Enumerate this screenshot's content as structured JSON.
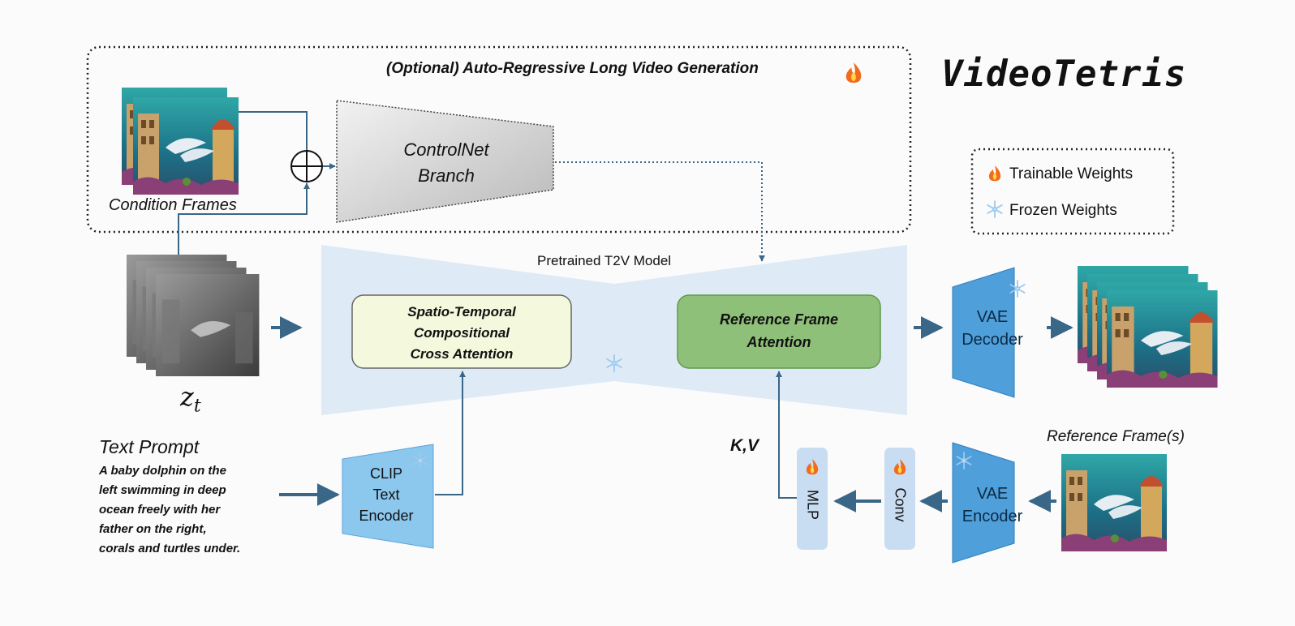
{
  "title": "VideoTetris",
  "optional_section": {
    "label": "(Optional) Auto-Regressive Long Video Generation",
    "icon": "fire-icon"
  },
  "condition_frames": {
    "label": "Condition Frames"
  },
  "controlnet": {
    "line1": "ControlNet",
    "line2": "Branch"
  },
  "legend": {
    "trainable": {
      "icon": "fire-icon",
      "label": "Trainable Weights"
    },
    "frozen": {
      "icon": "snowflake-icon",
      "label": "Frozen Weights"
    }
  },
  "t2v_model": {
    "label": "Pretrained T2V Model",
    "icon": "snowflake-icon"
  },
  "latent": {
    "label_main": "z",
    "label_sub": "t"
  },
  "st_attention": {
    "line1": "Spatio-Temporal",
    "line2": "Compositional",
    "line3": "Cross Attention"
  },
  "ref_attention": {
    "line1": "Reference Frame",
    "line2": "Attention"
  },
  "vae_decoder": {
    "line1": "VAE",
    "line2": "Decoder",
    "icon": "snowflake-icon"
  },
  "vae_encoder": {
    "line1": "VAE",
    "line2": "Encoder",
    "icon": "snowflake-icon"
  },
  "clip": {
    "line1": "CLIP",
    "line2": "Text",
    "line3": "Encoder",
    "icon": "snowflake-icon"
  },
  "text_prompt": {
    "heading": "Text Prompt",
    "lines": [
      "A baby dolphin on the",
      "left swimming in deep",
      "ocean freely with her",
      "father on the right,",
      "corals and turtles under."
    ]
  },
  "kv_label": "K,V",
  "mlp": {
    "label": "MLP",
    "icon": "fire-icon"
  },
  "conv": {
    "label": "Conv",
    "icon": "fire-icon"
  },
  "reference_frames": {
    "label": "Reference Frame(s)"
  },
  "colors": {
    "arrow": "#3a6688",
    "t2v_fill": "#dce9f5",
    "st_fill": "#f4f8dc",
    "ref_fill": "#8fc07a",
    "vae_fill": "#4f9fda",
    "clip_fill": "#8cc7ee",
    "small_block_fill": "#c9ddf2"
  }
}
